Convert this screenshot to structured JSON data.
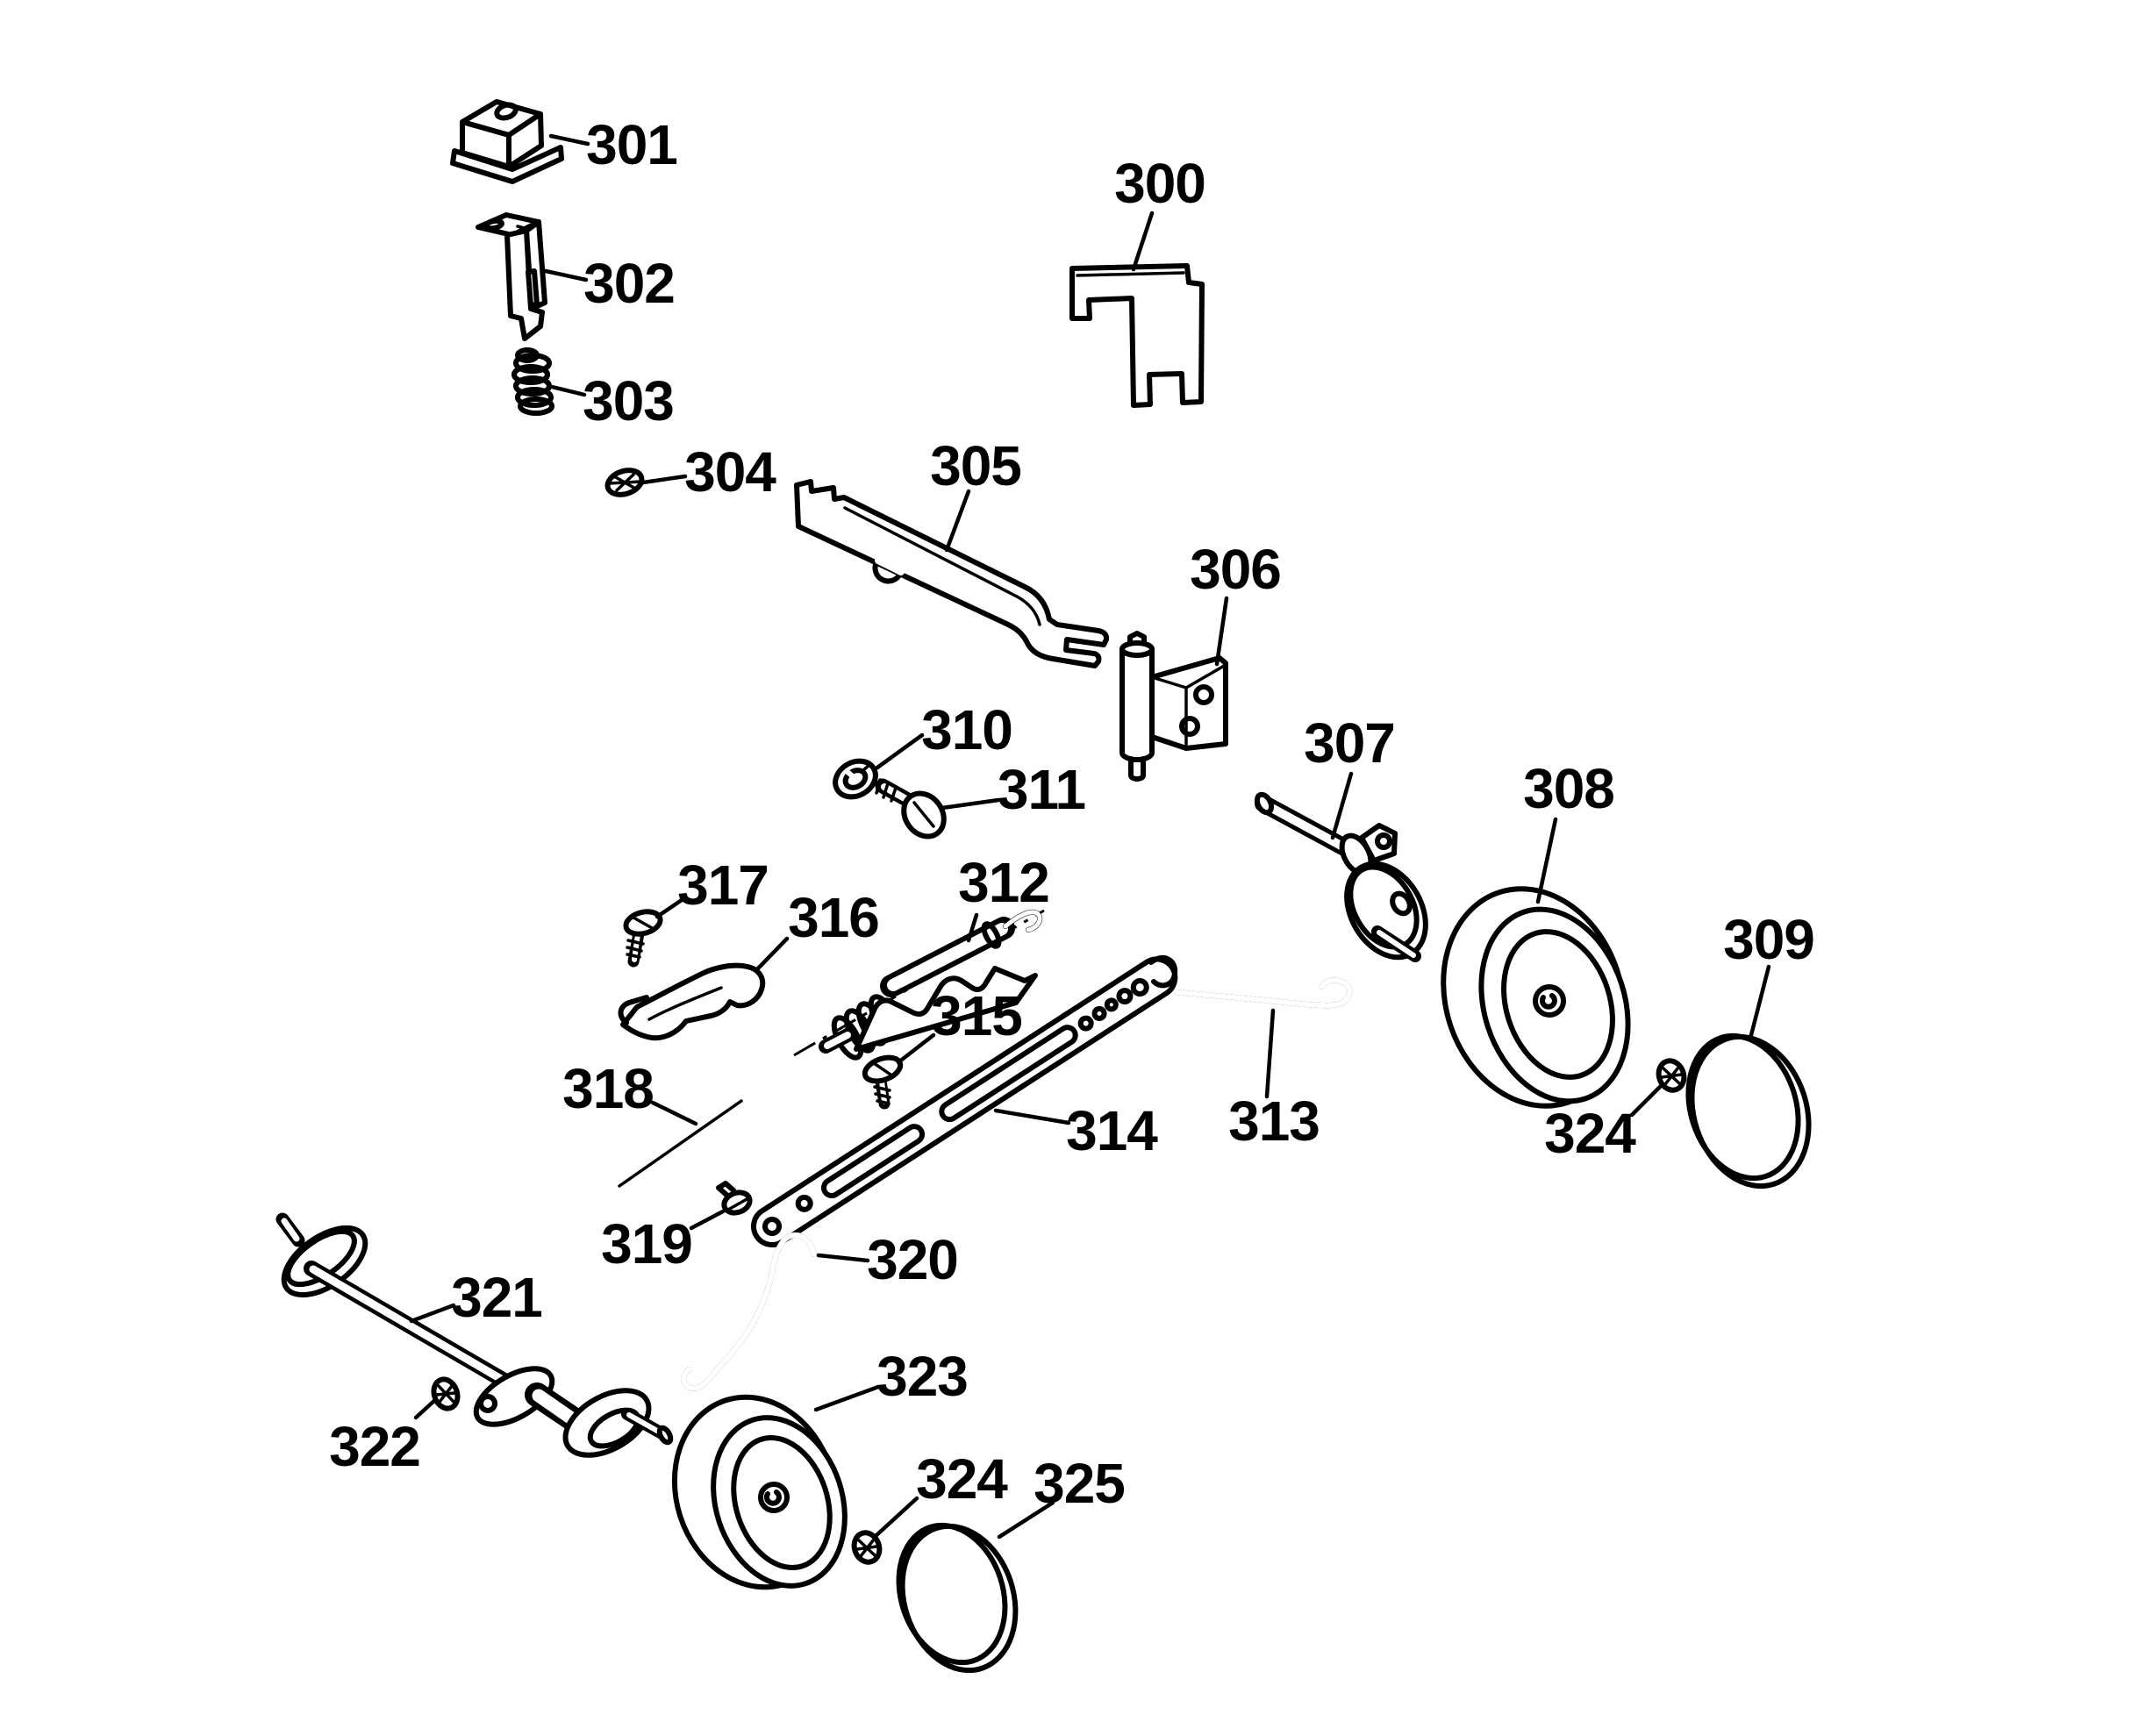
{
  "figure": {
    "type": "exploded-parts-diagram",
    "background": "#ffffff",
    "ink": "#000000",
    "callouts": [
      {
        "part": "300",
        "text": "300"
      },
      {
        "part": "301",
        "text": "301"
      },
      {
        "part": "302",
        "text": "302"
      },
      {
        "part": "303",
        "text": "303"
      },
      {
        "part": "304",
        "text": "304"
      },
      {
        "part": "305",
        "text": "305"
      },
      {
        "part": "306",
        "text": "306"
      },
      {
        "part": "307",
        "text": "307"
      },
      {
        "part": "308",
        "text": "308"
      },
      {
        "part": "309",
        "text": "309"
      },
      {
        "part": "310",
        "text": "310"
      },
      {
        "part": "311",
        "text": "311"
      },
      {
        "part": "312",
        "text": "312"
      },
      {
        "part": "313",
        "text": "313"
      },
      {
        "part": "314",
        "text": "314"
      },
      {
        "part": "315",
        "text": "315"
      },
      {
        "part": "316",
        "text": "316"
      },
      {
        "part": "317",
        "text": "317"
      },
      {
        "part": "318",
        "text": "318"
      },
      {
        "part": "319",
        "text": "319"
      },
      {
        "part": "320",
        "text": "320"
      },
      {
        "part": "321",
        "text": "321"
      },
      {
        "part": "322",
        "text": "322"
      },
      {
        "part": "323",
        "text": "323"
      },
      {
        "part": "324",
        "text": "324"
      },
      {
        "part": "325",
        "text": "325"
      },
      {
        "part": "324",
        "text": "324"
      }
    ]
  }
}
